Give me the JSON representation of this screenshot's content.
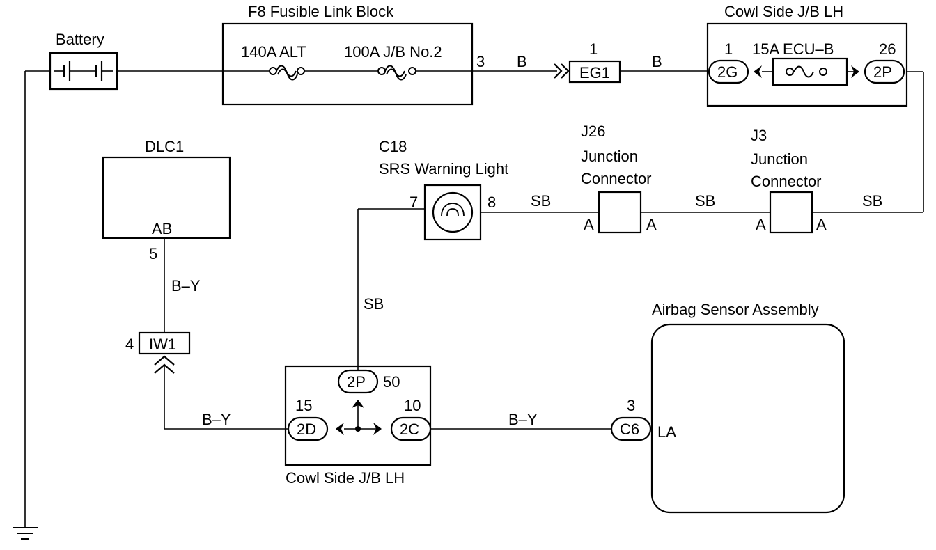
{
  "battery": {
    "label": "Battery"
  },
  "fusible_link": {
    "title": "F8 Fusible Link Block",
    "fuse1": "140A ALT",
    "fuse2": "100A J/B No.2",
    "pin": "3"
  },
  "eg1": {
    "label": "EG1",
    "pin": "1"
  },
  "wire_colors": {
    "b_1": "B",
    "b_2": "B",
    "sb_1": "SB",
    "sb_2": "SB",
    "sb_3": "SB",
    "sb_4": "SB",
    "by_1": "B–Y",
    "by_2": "B–Y",
    "by_3": "B–Y"
  },
  "cowl_top": {
    "title": "Cowl Side J/B LH",
    "fuse": "15A ECU–B",
    "left_conn": "2G",
    "left_pin": "1",
    "right_conn": "2P",
    "right_pin": "26"
  },
  "dlc1": {
    "title": "DLC1",
    "terminal": "AB",
    "pin": "5"
  },
  "iw1": {
    "label": "IW1",
    "pin": "4"
  },
  "c18": {
    "line1": "C18",
    "line2": "SRS Warning Light",
    "pin_left": "7",
    "pin_right": "8"
  },
  "j26": {
    "line1": "J26",
    "line2": "Junction",
    "line3": "Connector",
    "term_left": "A",
    "term_right": "A"
  },
  "j3": {
    "line1": "J3",
    "line2": "Junction",
    "line3": "Connector",
    "term_left": "A",
    "term_right": "A"
  },
  "cowl_bottom": {
    "title": "Cowl Side J/B LH",
    "top_conn": "2P",
    "top_pin": "50",
    "left_conn": "2D",
    "left_pin": "15",
    "right_conn": "2C",
    "right_pin": "10"
  },
  "airbag": {
    "title": "Airbag Sensor Assembly",
    "conn": "C6",
    "pin": "3",
    "terminal": "LA"
  }
}
